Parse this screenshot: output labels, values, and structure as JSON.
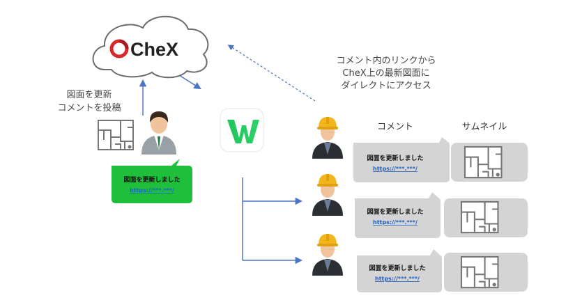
{
  "logo": {
    "brand": "CheX",
    "brand_mark": "O",
    "app_icon": "W"
  },
  "left_caption": {
    "line1": "図面を更新",
    "line2": "コメントを投稿"
  },
  "right_caption": {
    "line1": "コメント内のリンクから",
    "line2": "CheX上の最新図面に",
    "line3": "ダイレクトにアクセス"
  },
  "columns": {
    "comment": "コメント",
    "thumbnail": "サムネイル"
  },
  "poster_message": {
    "text": "図面を更新しました",
    "link": "https://***.***/"
  },
  "received_messages": [
    {
      "text": "図面を更新しました",
      "link": "https://***.***/"
    },
    {
      "text": "図面を更新しました",
      "link": "https://***.***/"
    },
    {
      "text": "図面を更新しました",
      "link": "https://***.***/"
    }
  ],
  "icons": {
    "cloud": "cloud-icon",
    "floorplan": "floorplan-icon",
    "office_worker": "office-worker-icon",
    "construction_worker": "construction-worker-icon",
    "app": "app-logo-icon"
  },
  "colors": {
    "brand_red": "#d7272a",
    "bubble_green": "#1fbf3c",
    "bubble_grey": "#d4d4d4",
    "arrow_blue": "#4a74c4",
    "link_blue": "#1f5fbf",
    "helmet_yellow": "#f3b51b"
  }
}
